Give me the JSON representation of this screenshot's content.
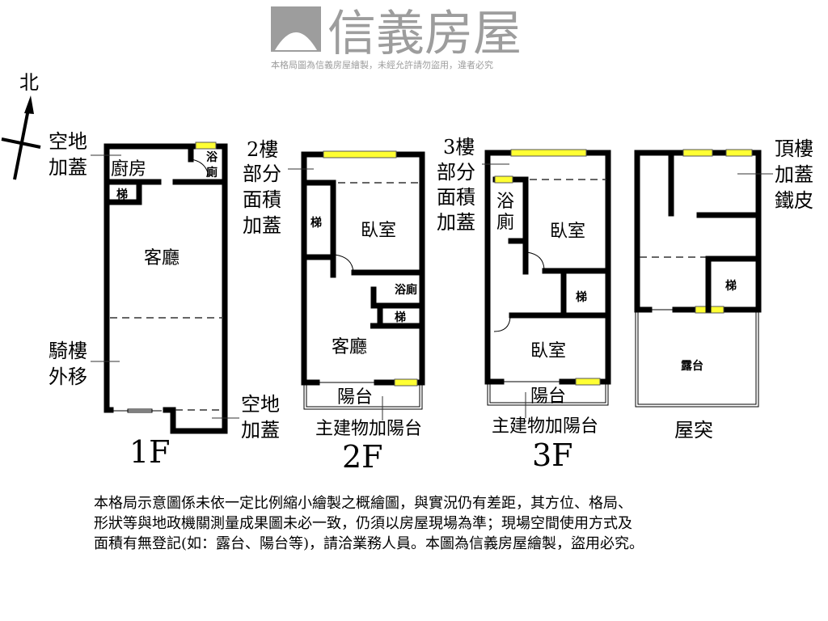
{
  "compass": {
    "north": "北"
  },
  "floor1": {
    "title": "1F",
    "labels": {
      "yard_top_1": "空地",
      "yard_top_2": "加蓋",
      "kitchen": "廚房",
      "stair": "梯",
      "bath_1": "浴",
      "bath_2": "廁",
      "living": "客廳",
      "arcade_1": "騎樓",
      "arcade_2": "外移",
      "yard_bot_1": "空地",
      "yard_bot_2": "加蓋"
    }
  },
  "floor2": {
    "title": "2F",
    "labels": {
      "note_1": "2樓",
      "note_2": "部分",
      "note_3": "面積",
      "note_4": "加蓋",
      "stair": "梯",
      "bedroom": "臥室",
      "bath": "浴廁",
      "stair2": "梯",
      "living": "客廳",
      "balcony": "陽台",
      "balcony_note": "主建物加陽台"
    }
  },
  "floor3": {
    "title": "3F",
    "labels": {
      "note_1": "3樓",
      "note_2": "部分",
      "note_3": "面積",
      "note_4": "加蓋",
      "bath_1": "浴",
      "bath_2": "廁",
      "bedroom1": "臥室",
      "stair": "梯",
      "bedroom2": "臥室",
      "balcony": "陽台",
      "balcony_note": "主建物加陽台"
    }
  },
  "roof": {
    "title": "屋突",
    "labels": {
      "note_1": "頂樓",
      "note_2": "加蓋",
      "note_3": "鐵皮",
      "stair": "梯",
      "terrace": "露台"
    }
  },
  "watermark": {
    "brand": "信義房屋",
    "notice": "本格局圖為信義房屋繪製，未經允許請勿盜用，違者必究"
  },
  "disclaimer": [
    "本格局示意圖係未依一定比例縮小繪製之概繪圖，與實況仍有差距，其方位、格局、",
    "形狀等與地政機關測量成果圖未必一致，仍須以房屋現場為準；現場空間使用方式及",
    "面積有無登記(如：露台、陽台等)，請洽業務人員。本圖為信義房屋繪製，盜用必究。"
  ],
  "colors": {
    "window": "#ffff33",
    "wall": "#000000",
    "watermark": "#8c8c8c"
  }
}
